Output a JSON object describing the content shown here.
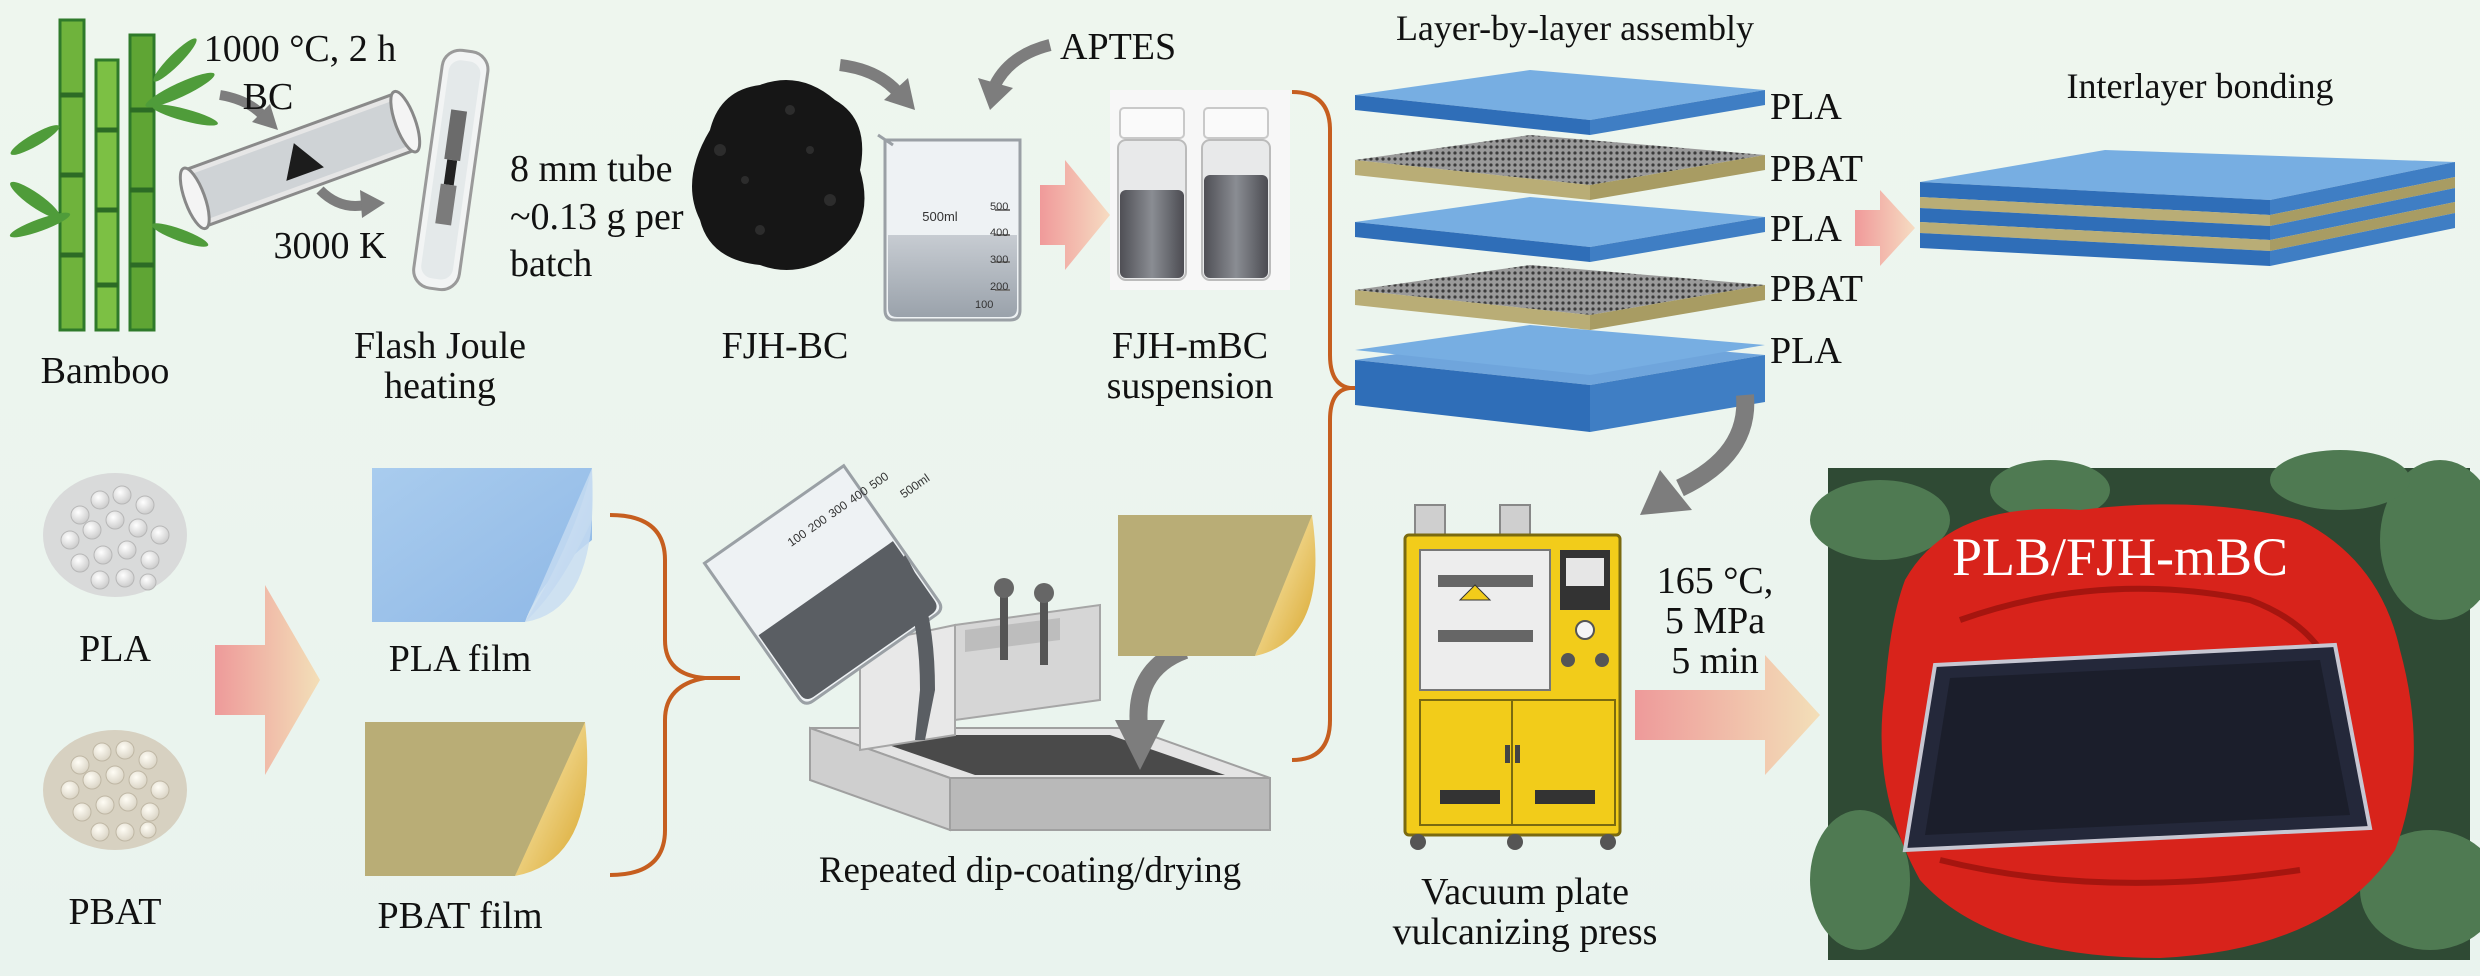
{
  "colors": {
    "background": "#ebf4ee",
    "pla_layer": "#6fa5dc",
    "pbat_layer": "#b9ad76",
    "bracket": "#c65e1f",
    "gray_arrow": "#858585",
    "pink_arrow": "#f0a7a0",
    "cream_arrow": "#f2dfb6",
    "press_yellow": "#f2cc1a",
    "flower_red": "#d8231b"
  },
  "labels": {
    "bamboo": "Bamboo",
    "temp1": "1000 °C, 2 h",
    "bc": "BC",
    "temp2": "3000 K",
    "fjh_line1": "Flash Joule",
    "fjh_line2": "heating",
    "tube_line1": "8 mm tube",
    "tube_line2": "~0.13 g per",
    "tube_line3": "batch",
    "fjh_bc": "FJH-BC",
    "aptes": "APTES",
    "suspension_line1": "FJH-mBC",
    "suspension_line2": "suspension",
    "lbl_title": "Layer-by-layer assembly",
    "layer1": "PLA",
    "layer2": "PBAT",
    "layer3": "PLA",
    "layer4": "PBAT",
    "layer5": "PLA",
    "bonding": "Interlayer bonding",
    "pla": "PLA",
    "pbat": "PBAT",
    "pla_film": "PLA film",
    "pbat_film": "PBAT film",
    "dip": "Repeated dip-coating/drying",
    "press_line1": "Vacuum plate",
    "press_line2": "vulcanizing press",
    "cond1": "165 °C,",
    "cond2": "5 MPa",
    "cond3": "5 min",
    "product": "PLB/FJH-mBC"
  },
  "beaker_marks": {
    "volume": "500ml",
    "ticks": [
      "500",
      "400",
      "300",
      "200",
      "100"
    ],
    "pour_volume": "500ml",
    "pour_ticks": [
      "500",
      "400",
      "300",
      "200",
      "100"
    ]
  }
}
